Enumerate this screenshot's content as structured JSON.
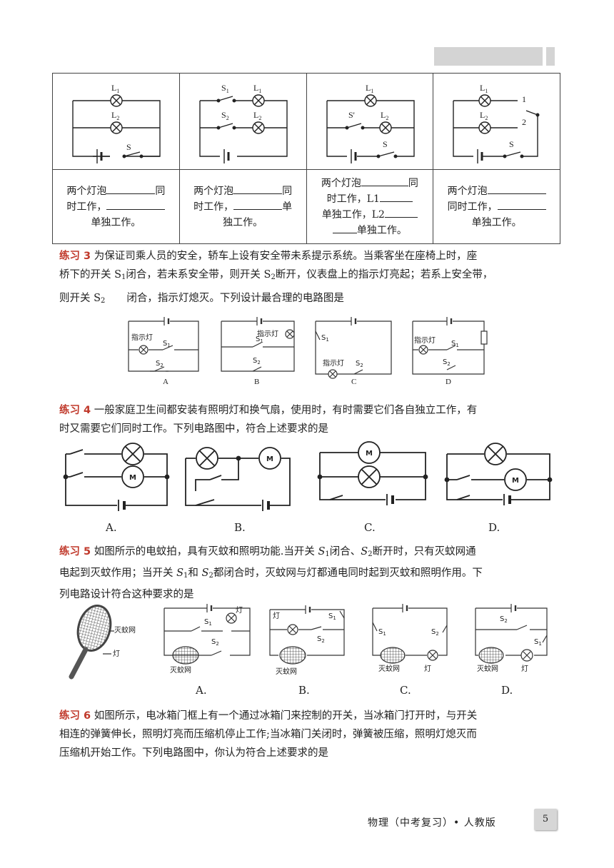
{
  "table": {
    "cells": [
      {
        "lamp1": "L",
        "lamp1_sub": "1",
        "lamp2": "L",
        "lamp2_sub": "2",
        "switch": "S",
        "text_a": "两个灯泡",
        "text_b": "同时工作，",
        "text_c": "单独工作。"
      },
      {
        "s1": "S",
        "s1_sub": "1",
        "s2": "S",
        "s2_sub": "2",
        "lamp1": "L",
        "lamp1_sub": "1",
        "lamp2": "L",
        "lamp2_sub": "2",
        "text_a": "两个灯泡",
        "text_b": "同时工作，",
        "text_c": "单",
        "text_d": "独工作。"
      },
      {
        "lamp1": "L",
        "lamp1_sub": "1",
        "sprime": "S'",
        "lamp2": "L",
        "lamp2_sub": "2",
        "switch": "S",
        "text_a": "两个灯泡",
        "text_b": "同",
        "text_c": "时工作，L1",
        "text_d": "单独工作，L2",
        "text_e": "单独工作。"
      },
      {
        "lamp1": "L",
        "lamp1_sub": "1",
        "lamp2": "L",
        "lamp2_sub": "2",
        "switch": "S",
        "pos1": "1",
        "pos2": "2",
        "text_a": "两个灯泡",
        "text_b": "同时工作，",
        "text_c": "单独工作。"
      }
    ]
  },
  "ex3": {
    "tag": "练习 3",
    "line1": "为保证司乘人员的安全，轿车上设有安全带未系提示系统。当乘客坐在座椅上时，座",
    "line2a": "桥下的开关 S",
    "line2_sub1": "1",
    "line2b": "闭合，若未系安全带，则开关 S",
    "line2_sub2": "2",
    "line2c": "断开，仪表盘上的指示灯亮起；若系上安全带，",
    "line3a": "则开关 S",
    "line3_sub": "2",
    "line3b": "闭合，指示灯熄灭。下列设计最合理的电路图是",
    "lamp_label": "指示灯",
    "s1": "S",
    "s2": "S",
    "sub1": "1",
    "sub2": "2",
    "options": [
      "A",
      "B",
      "C",
      "D"
    ]
  },
  "ex4": {
    "tag": "练习 4",
    "line1": "一般家庭卫生间都安装有照明灯和换气扇，使用时，有时需要它们各自独立工作，有",
    "line2": "时又需要它们同时工作。下列电路图中，符合上述要求的是",
    "motor": "M",
    "options": [
      "A.",
      "B.",
      "C.",
      "D."
    ]
  },
  "ex5": {
    "tag": "练习 5",
    "line1a": "如图所示的电蚊拍，具有灭蚊和照明功能.当开关 ",
    "line1_s1": "S",
    "line1_sub1": "1",
    "line1b": "闭合、",
    "line1_s2": "S",
    "line1_sub2": "2",
    "line1c": "断开时，只有灭蚊网通",
    "line2a": "电起到灭蚊作用；当开关 ",
    "line2_s1": "S",
    "line2_sub1": "1",
    "line2b": "和 ",
    "line2_s2": "S",
    "line2_sub2": "2",
    "line2c": "都闭合时，灭蚊网与灯都通电同时起到灭蚊和照明作用。下",
    "line3": "列电路设计符合这种要求的是",
    "net_label": "灭蚊网",
    "lamp_label": "灯",
    "s1": "S",
    "s2": "S",
    "sub1": "1",
    "sub2": "2",
    "options": [
      "A.",
      "B.",
      "C.",
      "D."
    ]
  },
  "ex6": {
    "tag": "练习 6",
    "line1": "如图所示，电冰箱门框上有一个通过冰箱门来控制的开关，当冰箱门打开时，与开关",
    "line2": "相连的弹簧伸长，照明灯亮而压缩机停止工作;当冰箱门关闭时，弹簧被压缩，照明灯熄灭而",
    "line3": "压缩机开始工作。下列电路图中，你认为符合上述要求的是"
  },
  "footer": {
    "text": "物理（中考复习）• 人教版",
    "page": "5"
  }
}
